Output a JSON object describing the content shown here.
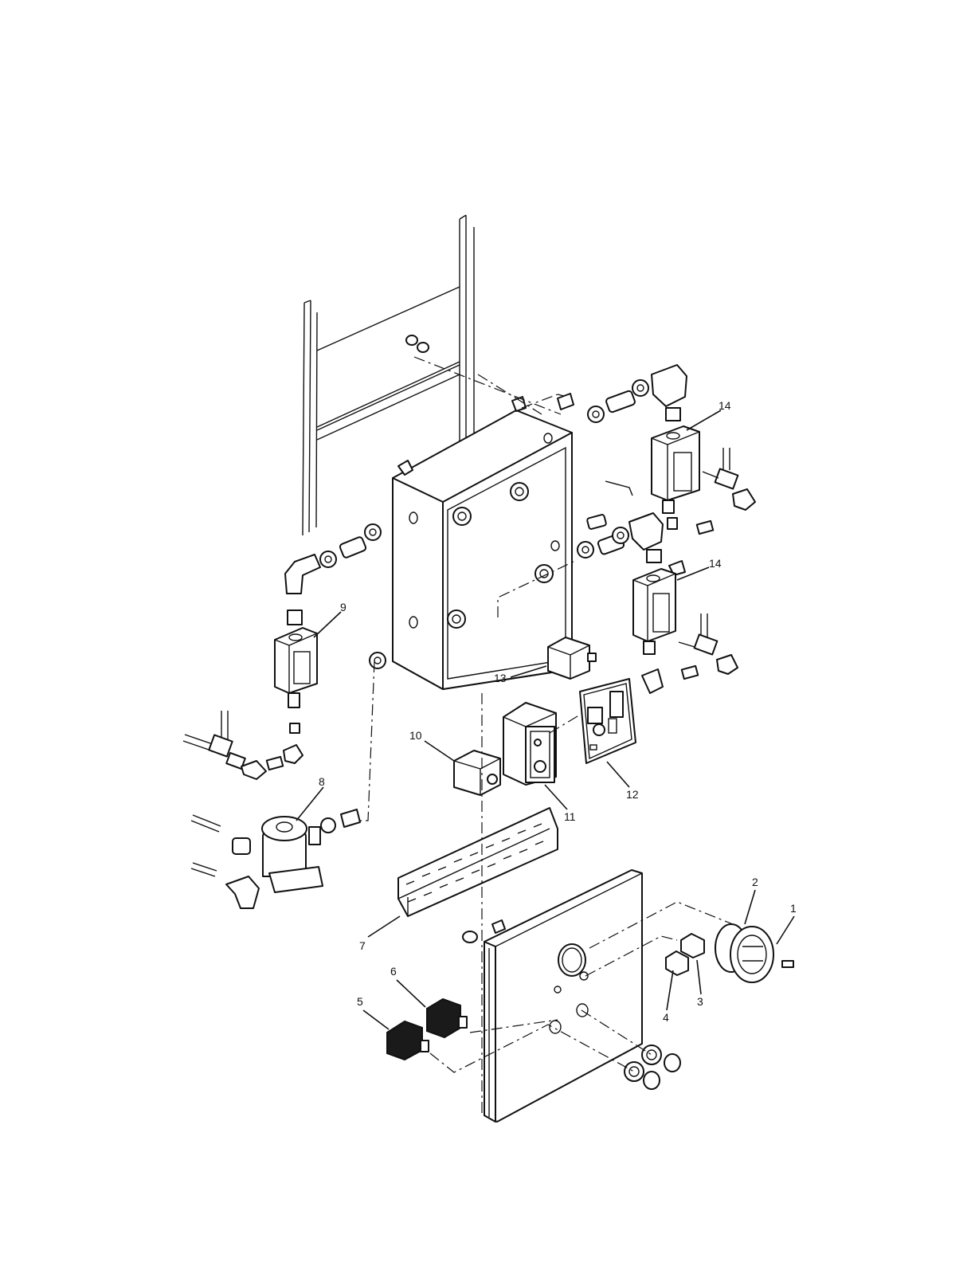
{
  "callouts": [
    {
      "id": "1",
      "label": "1"
    },
    {
      "id": "2",
      "label": "2"
    },
    {
      "id": "3",
      "label": "3"
    },
    {
      "id": "4",
      "label": "4"
    },
    {
      "id": "5",
      "label": "5"
    },
    {
      "id": "6",
      "label": "6"
    },
    {
      "id": "7",
      "label": "7"
    },
    {
      "id": "8",
      "label": "8"
    },
    {
      "id": "9",
      "label": "9"
    },
    {
      "id": "10",
      "label": "10"
    },
    {
      "id": "11",
      "label": "11"
    },
    {
      "id": "12",
      "label": "12"
    },
    {
      "id": "13",
      "label": "13"
    },
    {
      "id": "14a",
      "label": "14"
    },
    {
      "id": "14b",
      "label": "14"
    }
  ]
}
